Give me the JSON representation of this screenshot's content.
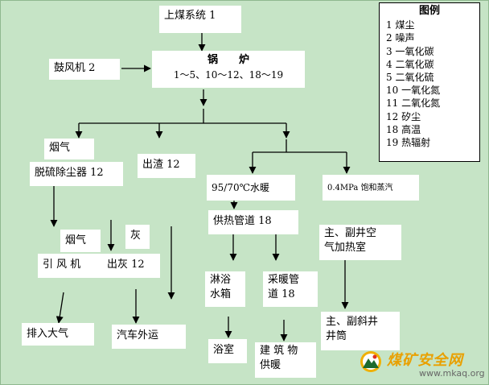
{
  "nodes": {
    "coal": "上煤系统 1",
    "fan": "鼓风机 2",
    "boiler_title": "锅　　炉",
    "boiler_hazards": "1～5、10～12、18～19",
    "flue_gas": "烟气",
    "desulfurizer": "脱硫除尘器 12",
    "slag": "出渣 12",
    "hot_water": "95/70℃水暖",
    "steam": "0.4MPa 饱和蒸汽",
    "flue_gas2": "烟气",
    "ash": "灰",
    "induced_fan": "引 风 机",
    "ash_out": "出灰 12",
    "heating_pipe": "供热管道 18",
    "shaft_heating_l1": "主、副井空",
    "shaft_heating_l2": "气加热室",
    "shower_l1": "淋浴",
    "shower_l2": "水箱",
    "heating_pipe2_l1": "采暖管",
    "heating_pipe2_l2": "道 18",
    "exhaust": "排入大气",
    "truck": "汽车外运",
    "bathroom": "浴室",
    "building_l1": "建 筑 物",
    "building_l2": "供暖",
    "incline_shaft_l1": "主、副斜井",
    "incline_shaft_l2": "井筒"
  },
  "legend": {
    "title": "图例",
    "items": [
      "1 煤尘",
      "2 噪声",
      "3 一氧化碳",
      "4 二氧化碳",
      "5 二氧化硫",
      "10 一氧化氮",
      "11 二氧化氮",
      "12 矽尘",
      "18 高温",
      "19 热辐射"
    ]
  },
  "watermark": {
    "cn": "煤矿安全网",
    "url": "www.mkaq.org"
  },
  "colors": {
    "background": "#c6e4c6",
    "box": "#ffffff",
    "line": "#000000",
    "watermark": "#e9a000"
  }
}
